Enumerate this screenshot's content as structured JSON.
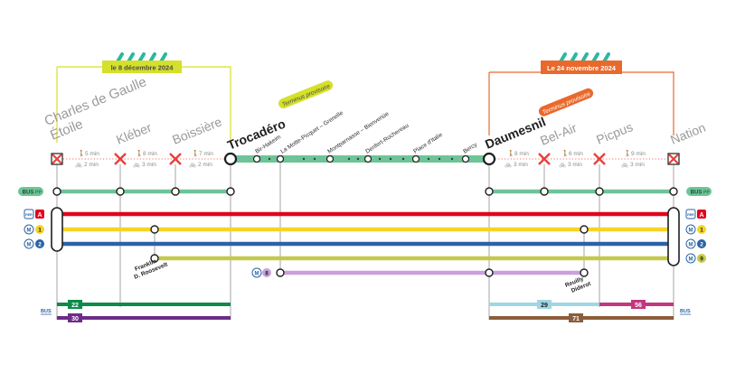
{
  "notices": {
    "left_date": "le 8 décembre 2024",
    "right_date": "Le 24 novembre 2024"
  },
  "terminus": {
    "trocadero_badge": "Terminus provisoire",
    "daumesnil_badge": "Terminus provisoire"
  },
  "stations": {
    "charles_de_gaulle": [
      "Charles de Gaulle",
      "Étoile"
    ],
    "kleber": "Kléber",
    "boissiere": "Boissière",
    "trocadero": "Trocadéro",
    "daumesnil": "Daumesnil",
    "bel_air": "Bel-Air",
    "picpus": "Picpus",
    "nation": "Nation",
    "franklin": [
      "Franklin",
      "D. Roosevelt"
    ],
    "reuilly": [
      "Reuilly",
      "Diderot"
    ]
  },
  "open_section_stops": [
    "Bir-Hakeim",
    "La Motte-Picquet – Grenelle",
    "Montparnasse – Bienvenüe",
    "Denfert-Rochereau",
    "Place d'Italie",
    "Bercy"
  ],
  "walk_times": {
    "left": [
      {
        "walk": "5 min",
        "bike": "2 min"
      },
      {
        "walk": "8 min",
        "bike": "3 min"
      },
      {
        "walk": "7 min",
        "bike": "2 min"
      }
    ],
    "right": [
      {
        "walk": "8 min",
        "bike": "3 min"
      },
      {
        "walk": "6 min",
        "bike": "3 min"
      },
      {
        "walk": "9 min",
        "bike": "3 min"
      }
    ]
  },
  "line_badges": {
    "bus_pp": "BUS",
    "bus_pp_suffix": "PP",
    "rer": "RER",
    "rer_a": "A",
    "metro": "M",
    "m1": "1",
    "m2": "2",
    "m9": "9",
    "m8": "8",
    "bus": "BUS"
  },
  "bus_lines": {
    "b22": "22",
    "b30": "30",
    "b29": "29",
    "b56": "56",
    "b71": "71"
  },
  "colors": {
    "line6": "#6ec497",
    "rer_a": "#e3051b",
    "m1": "#f6d425",
    "m2": "#2a63a6",
    "m9": "#c5c94b",
    "m8": "#c9a0dc",
    "b22": "#0d8b4a",
    "b30": "#6c2c8a",
    "b29": "#9fd6e3",
    "b56": "#c2377f",
    "b71": "#8b5e3c",
    "notice_left": "#d4e02a",
    "notice_right": "#e9692c",
    "closed": "#e8413b"
  }
}
